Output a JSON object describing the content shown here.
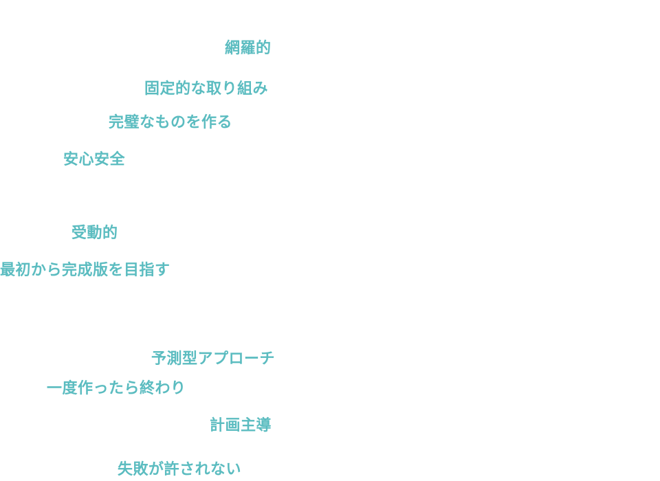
{
  "accent_color": "#5bbcc0",
  "keywords": [
    "網羅的",
    "固定的な取り組み",
    "完璧なものを作る",
    "安心安全",
    "受動的",
    "最初から完成版を目指す",
    "予測型アプローチ",
    "一度作ったら終わり",
    "計画主導",
    "失敗が許されない"
  ]
}
